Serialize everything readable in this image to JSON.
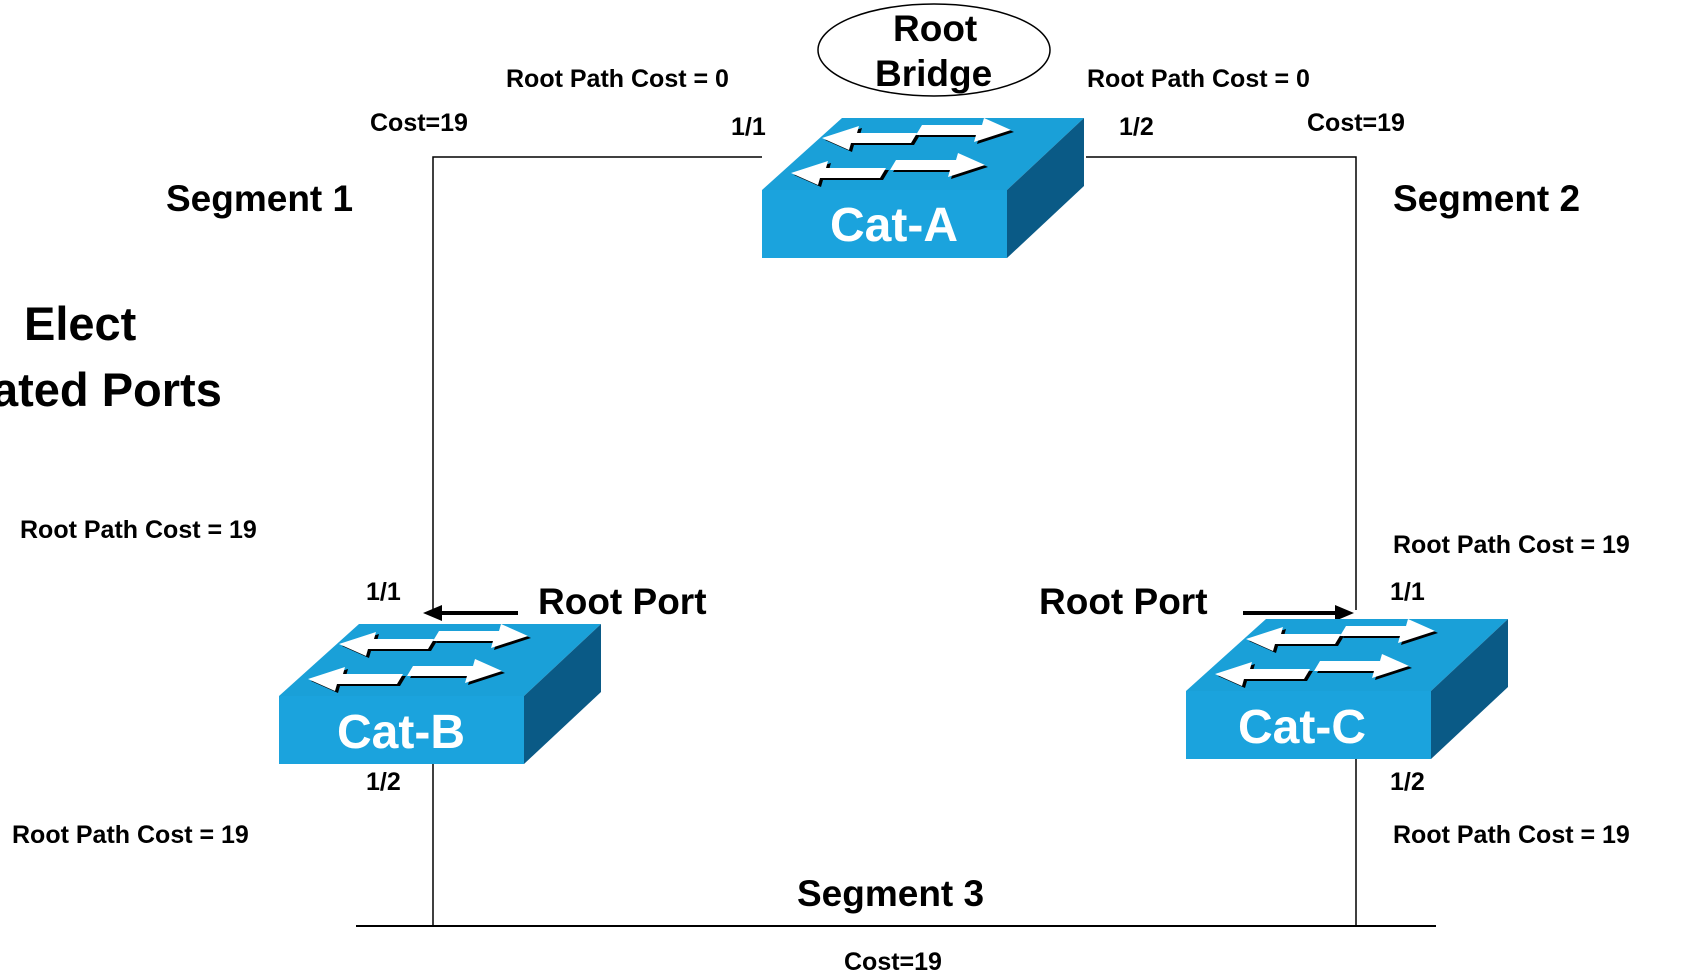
{
  "title_lines": [
    "Elect",
    "ated Ports"
  ],
  "root_bridge_label": [
    "Root",
    "Bridge"
  ],
  "switches": {
    "a": {
      "name": "Cat-A"
    },
    "b": {
      "name": "Cat-B"
    },
    "c": {
      "name": "Cat-C"
    }
  },
  "segments": {
    "seg1": {
      "name": "Segment 1",
      "cost": "Cost=19"
    },
    "seg2": {
      "name": "Segment 2",
      "cost": "Cost=19"
    },
    "seg3": {
      "name": "Segment 3",
      "cost": "Cost=19"
    }
  },
  "ports": {
    "a_1_1": "1/1",
    "a_1_2": "1/2",
    "b_1_1": "1/1",
    "b_1_2": "1/2",
    "c_1_1": "1/1",
    "c_1_2": "1/2"
  },
  "root_path_costs": {
    "a_left": "Root Path Cost = 0",
    "a_right": "Root Path Cost = 0",
    "b_top": "Root Path Cost = 19",
    "b_bottom": "Root Path Cost = 19",
    "c_top": "Root Path Cost = 19",
    "c_bottom": "Root Path Cost = 19"
  },
  "root_port_labels": {
    "b": "Root Port",
    "c": "Root Port"
  },
  "colors": {
    "switch_top": "#1aa0d8",
    "switch_front": "#1ba3dd",
    "switch_side": "#0a5a86",
    "switch_arrow": "#ffffff",
    "switch_arrow_shadow": "#000000",
    "line": "#000000"
  }
}
